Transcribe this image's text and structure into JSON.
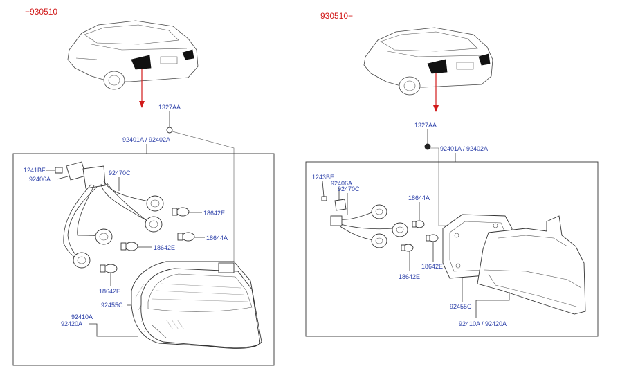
{
  "left_panel": {
    "range_label": "−930510",
    "labels": {
      "bolt_top": "1327AA",
      "housing": "92401A / 92402A",
      "screw": "1241BF",
      "socket_small": "92406A",
      "harness": "92470C",
      "bulb_a": "18642E",
      "bulb_b": "18644A",
      "bulb_c": "18642E",
      "bulb_d": "18642E",
      "gasket": "92455C",
      "lens_1": "92410A",
      "lens_2": "92420A"
    }
  },
  "right_panel": {
    "range_label": "930510−",
    "labels": {
      "bolt_top": "1327AA",
      "housing": "92401A / 92402A",
      "screw": "1243BE",
      "socket_small": "92406A",
      "harness": "92470C",
      "bulb_a": "18644A",
      "bulb_b": "18642E",
      "bulb_c": "18642E",
      "gasket": "92455C",
      "lens": "92410A / 92420A"
    }
  },
  "colors": {
    "label": "#2b3fa8",
    "range": "#d11a1a",
    "arrow": "#d11a1a"
  }
}
